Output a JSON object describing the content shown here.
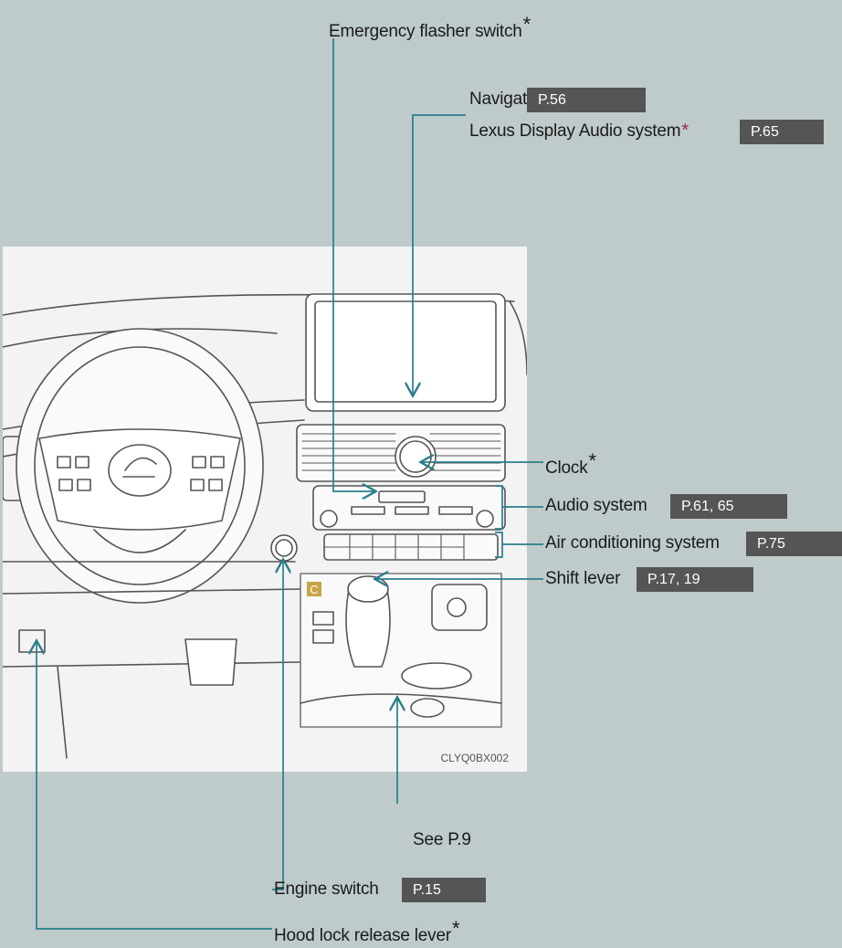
{
  "labels": {
    "emergency_flasher": "Emergency flasher switch",
    "navigation": "Navigation system",
    "navigation_ref": "P.56",
    "lexus_audio": "Lexus Display Audio system",
    "lexus_audio_ref": "P.65",
    "clock": "Clock",
    "audio": "Audio system",
    "audio_ref": "P.61, 65",
    "air_conditioning": "Air conditioning system",
    "air_conditioning_ref": "P.75",
    "shift_lever": "Shift lever",
    "shift_lever_ref": "P.17, 19",
    "see_page": "See P.9",
    "engine_switch": "Engine switch",
    "engine_switch_ref": "P.15",
    "hood_lock": "Hood lock release lever"
  },
  "marks": {
    "star": "*",
    "optional": "*"
  },
  "figure": {
    "code": "CLYQ0BX002",
    "section_marker": "C"
  },
  "colors": {
    "background": "#bfcacb",
    "leader_line": "#2b7e8c",
    "reference_box": "#555555",
    "optional_mark": "#9c2a44",
    "section_marker": "#c9a54a"
  }
}
